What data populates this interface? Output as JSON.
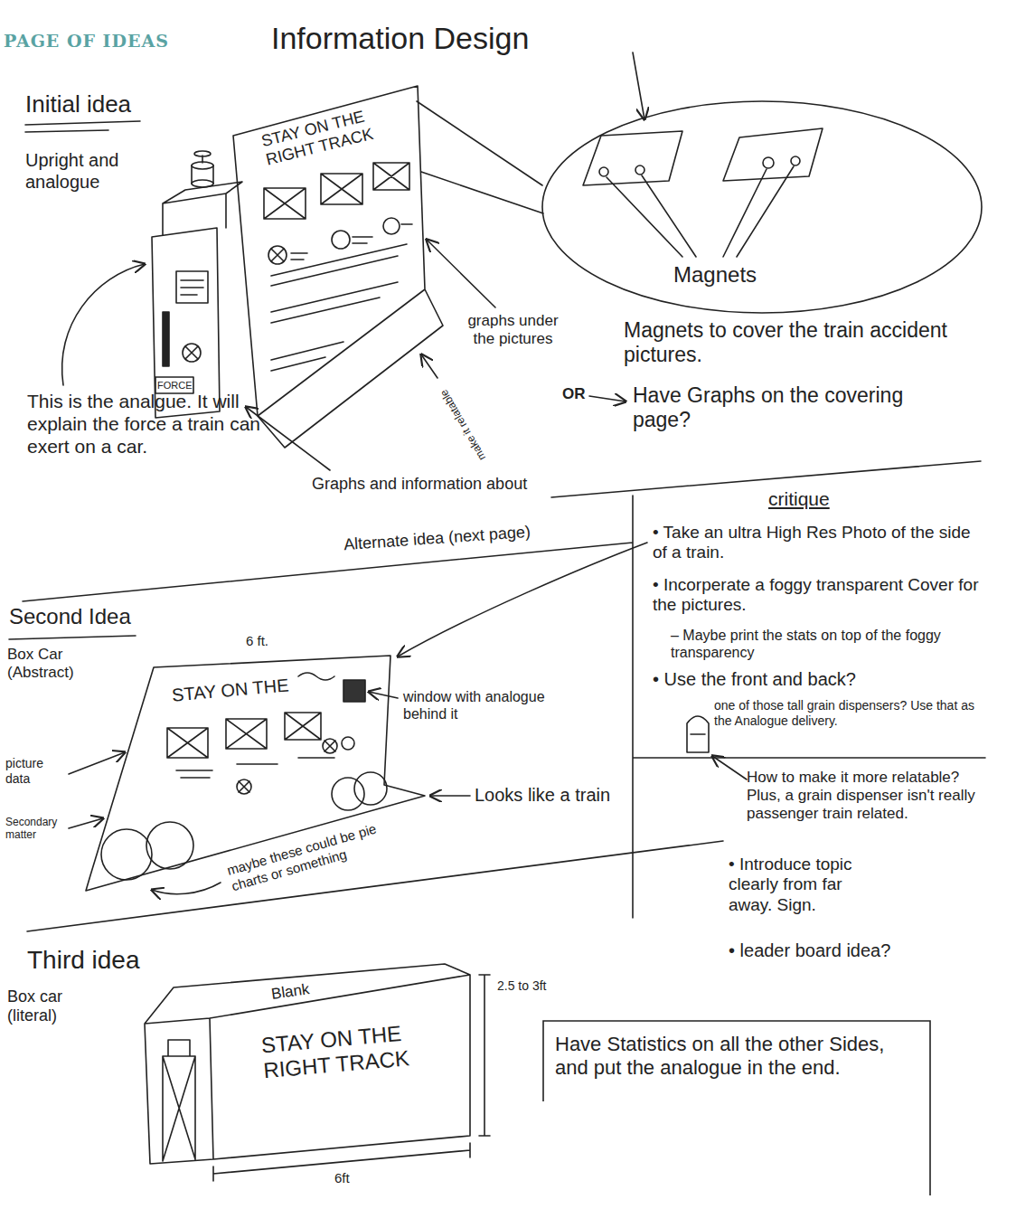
{
  "diagram": {
    "title": "Information Design",
    "nodes": [
      {
        "text": [
          "Magnets"
        ]
      },
      {
        "text": [
          "Have Statistics on all the other Sides, and put the analogue in the end."
        ]
      }
    ],
    "labels": [
      "PAGE OF IDEAS",
      "Initial idea",
      "Upright and analogue",
      "STAY ON THE RIGHT TRACK",
      "FORCE",
      "graphs under the pictures",
      "OR",
      "Magnets to cover the train accident pictures.",
      "Have Graphs on the covering page?",
      "This is the analgue. It will explain the force a train can exert on a car.",
      "make it relatable",
      "Graphs and information about",
      "Alternate idea (next page)",
      "critique",
      "• Take an ultra High Res Photo of the side of a train.",
      "• Incorperate a foggy transparent Cover for the pictures.",
      "– Maybe print the stats on top of the foggy transparency",
      "• Use the front and back?",
      "one of those tall grain dispensers? Use that as the Analogue delivery.",
      "How to make it more relatable? Plus, a grain dispenser isn't really passenger train related.",
      "• Introduce topic clearly from far away. Sign.",
      "• leader board idea?",
      "Second Idea",
      "Box Car (Abstract)",
      "6 ft.",
      "STAY ON THE",
      "window with analogue behind it",
      "picture data",
      "Secondary matter",
      "Looks like a train",
      "maybe these could be pie charts or something",
      "Third idea",
      "Box car (literal)",
      "Blank",
      "STAY ON THE RIGHT TRACK",
      "2.5 to 3ft",
      "6ft"
    ]
  }
}
